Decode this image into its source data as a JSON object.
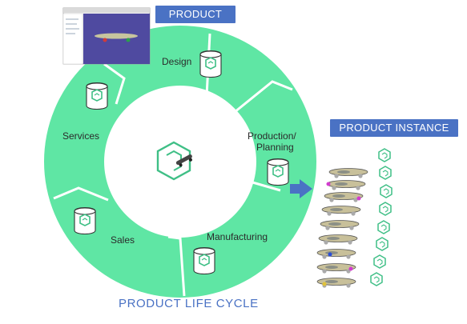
{
  "product_label": "PRODUCT",
  "instance_label": "PRODUCT INSTANCE",
  "cycle_title": "PRODUCT LIFE CYCLE",
  "stages": [
    {
      "key": "design",
      "label": "Design"
    },
    {
      "key": "production",
      "label_line1": "Production/",
      "label_line2": "Planning"
    },
    {
      "key": "manufacturing",
      "label": "Manufacturing"
    },
    {
      "key": "sales",
      "label": "Sales"
    },
    {
      "key": "services",
      "label": "Services"
    }
  ],
  "colors": {
    "ring": "#5fe6a4",
    "ring_stroke": "#ffffff",
    "accent_blue": "#4a72c4",
    "icon_green": "#3fbf86"
  }
}
